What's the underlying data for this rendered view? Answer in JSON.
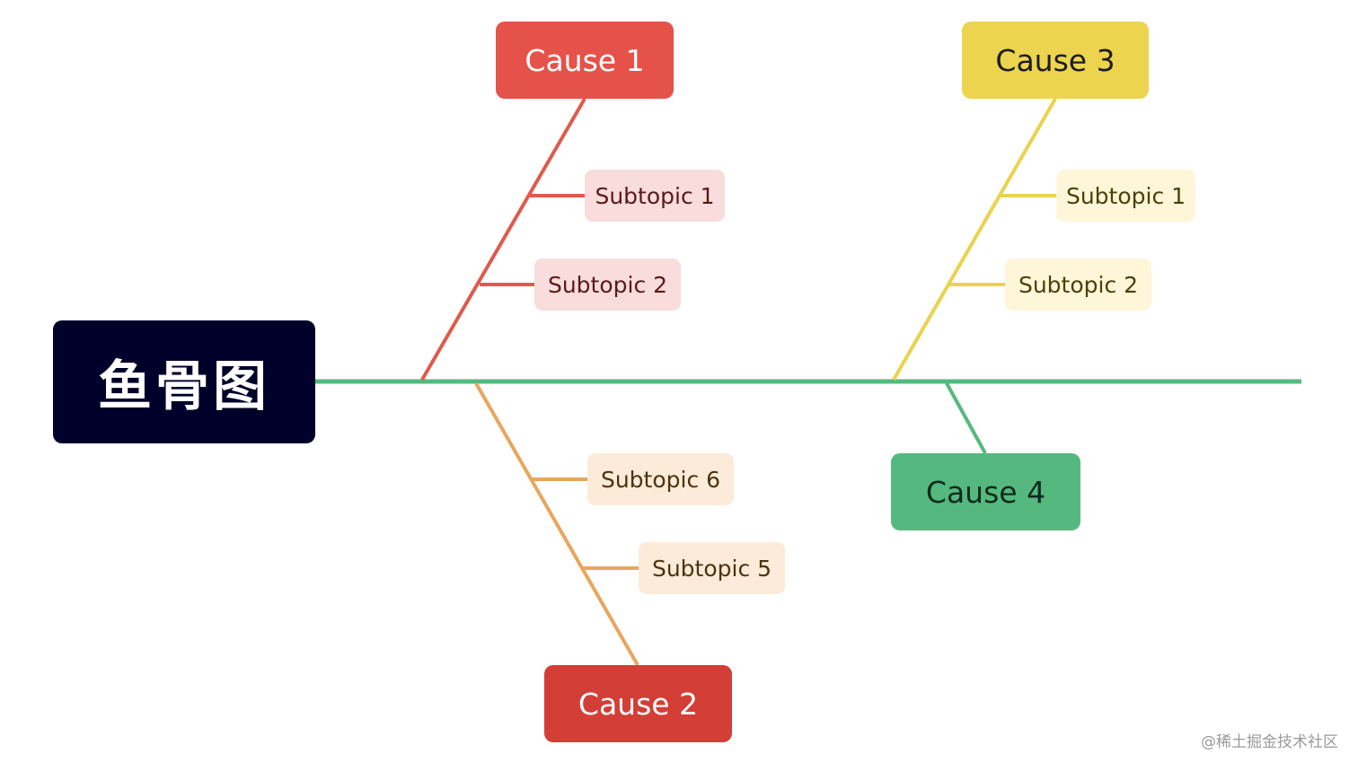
{
  "diagram": {
    "root": {
      "label": "鱼骨图"
    },
    "causes": [
      {
        "id": "cause-1",
        "label": "Cause 1",
        "color": "#e5524a",
        "subtopics": [
          "Subtopic 1",
          "Subtopic 2"
        ]
      },
      {
        "id": "cause-2",
        "label": "Cause 2",
        "color": "#d33e36",
        "subtopics": [
          "Subtopic 6",
          "Subtopic 5"
        ]
      },
      {
        "id": "cause-3",
        "label": "Cause 3",
        "color": "#edd44f",
        "subtopics": [
          "Subtopic 1",
          "Subtopic 2"
        ]
      },
      {
        "id": "cause-4",
        "label": "Cause 4",
        "color": "#55b97f",
        "subtopics": []
      }
    ],
    "colors": {
      "spine": "#55b97f",
      "cause1_branch": "#e05a4c",
      "cause2_branch": "#e8a65e",
      "cause3_branch": "#ead34c",
      "cause4_branch": "#55b97f"
    }
  },
  "watermark": "@稀土掘金技术社区"
}
